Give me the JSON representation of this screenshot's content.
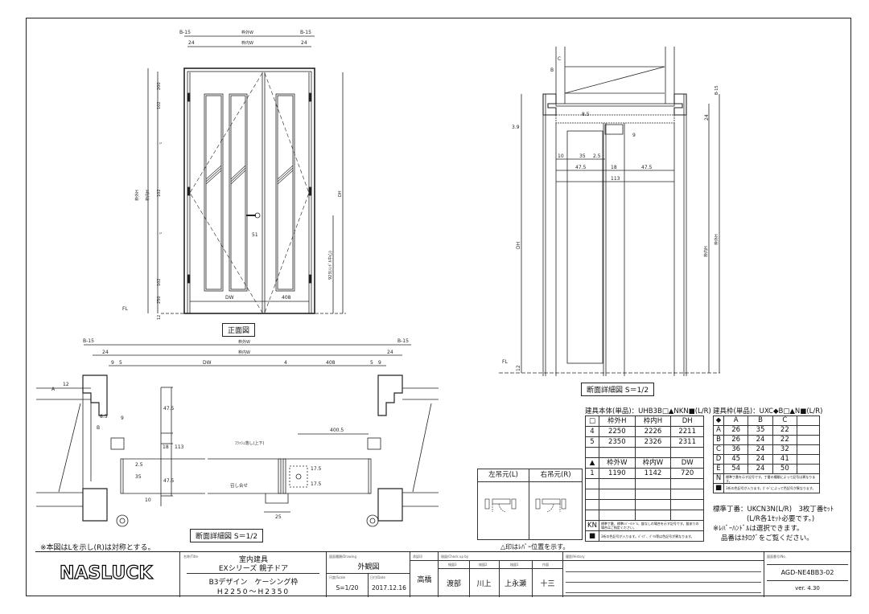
{
  "front_view": {
    "label": "正面図",
    "dims": {
      "b15": "B-15",
      "outer_w": "枠外W",
      "inner_w": "枠内W",
      "d24": "24",
      "d200": "200",
      "d102": "102",
      "d250": "250",
      "d12": "12",
      "ditto": "〃",
      "outer_h": "枠外H",
      "inner_h": "枠内H",
      "dh": "DH",
      "dw": "DW",
      "d408": "408",
      "d51": "51",
      "handle_h": "923(ﾊﾝﾄﾞﾙ中心)",
      "fl": "FL"
    }
  },
  "plan_section": {
    "label": "断面詳細図 S＝1/2",
    "dims": {
      "b15": "B-15",
      "outer_w": "枠外W",
      "inner_w": "枠内W",
      "d24": "24",
      "d9": "9",
      "d5": "5",
      "dw": "DW",
      "d4": "4",
      "d408": "408",
      "d12": "12",
      "a": "A",
      "d85": "8.5",
      "b": "B",
      "d475": "47.5",
      "d18": "18",
      "d113": "113",
      "d25": "2.5",
      "d35": "35",
      "d10": "10",
      "d4005": "400.5",
      "flush": "ﾌﾗｯｼｭ落し(上下)",
      "meeting": "召し合せ",
      "d175": "17.5",
      "d25b": "25"
    }
  },
  "vertical_section": {
    "label": "断面詳細図 S＝1/2",
    "dims": {
      "c": "C",
      "b": "B",
      "d85": "8.5",
      "d39": "3.9",
      "d9": "9",
      "d10": "10",
      "d35": "35",
      "d25": "2.5",
      "d475": "47.5",
      "d18": "18",
      "d113": "113",
      "dh": "DH",
      "b15": "B-15",
      "d24": "24",
      "outer_h": "枠外H",
      "inner_h": "枠内H",
      "d12": "12",
      "fl": "FL"
    }
  },
  "note_left": "※本図はLを示し(R)は対称とする。",
  "hanging_table": {
    "headers": [
      "左吊元(L)",
      "右吊元(R)"
    ],
    "note": "△印はﾚﾊﾞｰ位置を示す。"
  },
  "body_table": {
    "title": "建具本体(単品)：UHB3B□▲NKN■(L/R)",
    "h_header": [
      "□",
      "枠外H",
      "枠内H",
      "DH"
    ],
    "h_rows": [
      [
        "4",
        "2250",
        "2226",
        "2211"
      ],
      [
        "5",
        "2350",
        "2326",
        "2311"
      ]
    ],
    "w_header": [
      "▲",
      "枠外W",
      "枠内W",
      "DW"
    ],
    "w_rows": [
      [
        "1",
        "1190",
        "1142",
        "720"
      ]
    ],
    "kn_key": "KN",
    "kn_text": "標準丁番、標準ﾚﾊﾞｰﾊﾝﾄﾞﾙ、錠なしの場合を示す記号です。錠ありの場合はご指定ください。",
    "sq_key": "■",
    "sq_text": "3桁の色記号が入ります。ﾊﾟｲﾌﾟ、ｸﾞﾘﾙ等は色記号が異なります。"
  },
  "frame_table": {
    "title": "建具枠(単品)：UXC◆B□▲N■(L/R)",
    "header": [
      "◆",
      "A",
      "B",
      "C"
    ],
    "rows": [
      [
        "A",
        "26",
        "35",
        "22"
      ],
      [
        "B",
        "26",
        "24",
        "22"
      ],
      [
        "C",
        "36",
        "24",
        "32"
      ],
      [
        "D",
        "45",
        "24",
        "41"
      ],
      [
        "E",
        "54",
        "24",
        "50"
      ]
    ],
    "n_key": "N",
    "n_text": "標準丁番を示す記号です。丁番の種類によって記号は異なります。",
    "sq_key": "■",
    "sq_text": "3桁の色記号が入ります。ｶﾞｲﾄﾞによって色記号が異なります。"
  },
  "hinge_note": [
    "標準丁番：UKCN3N(L/R)　3枚丁番ｾｯﾄ",
    "(L/R各1ｾｯﾄ必要です。)",
    "※ﾚﾊﾞｰﾊﾝﾄﾞﾙは選択できます。",
    "品番はｶﾀﾛｸﾞをご覧ください。"
  ],
  "title_block": {
    "logo": "NASLUCK",
    "title_caption": "名称/Title",
    "title_line1": "室内建具",
    "title_line2": "EXシリーズ 親子ドア",
    "title_line3": "B3デザイン　ケーシング枠",
    "title_line4": "H2250～H2350",
    "drawing_caption": "図面種類/Drawing",
    "drawing": "外観図",
    "scale_caption": "尺度/Scale",
    "scale": "S=1/20",
    "date_caption": "日付/Date",
    "date": "2017.12.16",
    "designer_caption": "承認印",
    "designer": "高橋",
    "check_caption": "検図/Check up by",
    "checkers": [
      {
        "role": "検図3",
        "name": "渡部"
      },
      {
        "role": "検図2",
        "name": "川上"
      },
      {
        "role": "検図1",
        "name": "上永瀬"
      },
      {
        "role": "作図",
        "name": "十三"
      }
    ],
    "history_caption": "履歴/History",
    "no_caption": "図面番号/No.",
    "number": "AGD-NE4BB3-02",
    "version": "ver. 4.30"
  }
}
